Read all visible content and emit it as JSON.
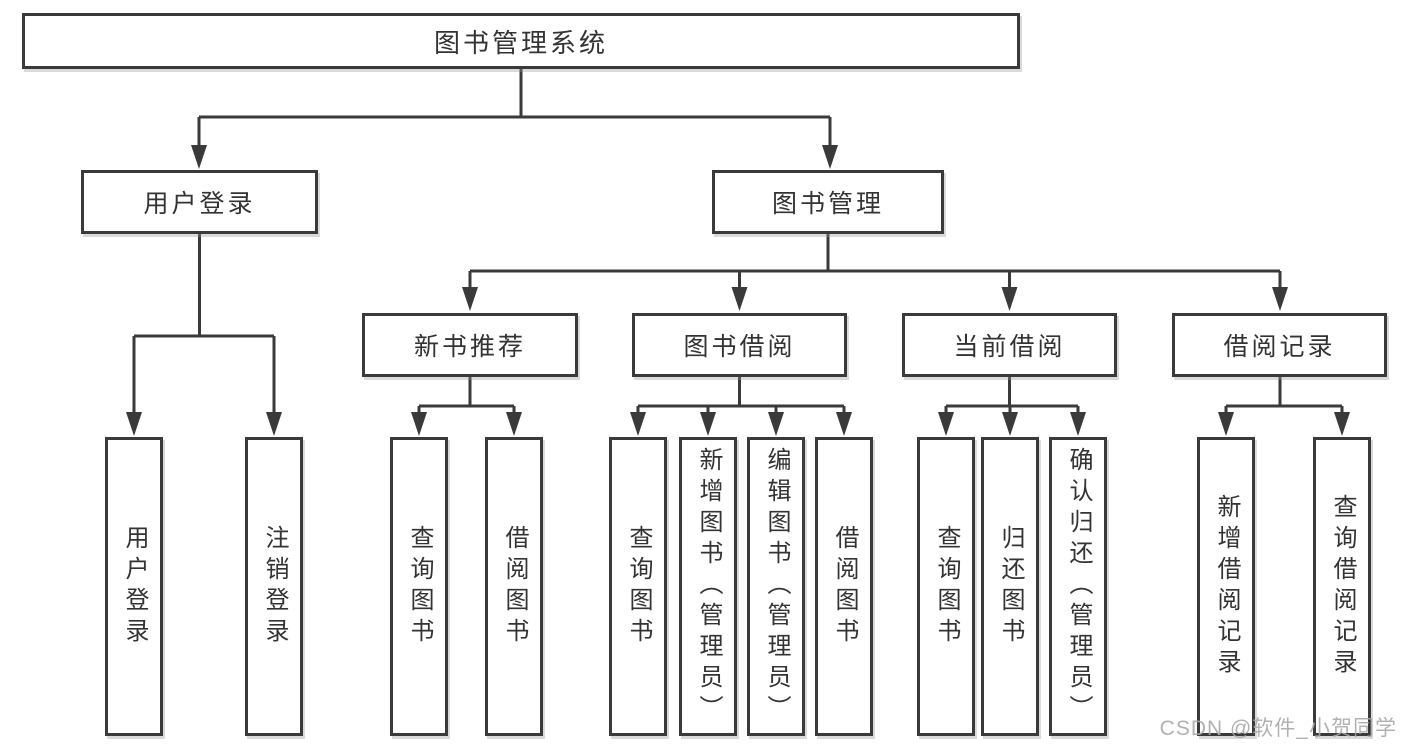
{
  "diagram": {
    "type": "hierarchy-tree",
    "root": {
      "label": "图书管理系统",
      "children": [
        {
          "label": "用户登录",
          "children": [
            {
              "label": "用户登录"
            },
            {
              "label": "注销登录"
            }
          ]
        },
        {
          "label": "图书管理",
          "children": [
            {
              "label": "新书推荐",
              "children": [
                {
                  "label": "查询图书"
                },
                {
                  "label": "借阅图书"
                }
              ]
            },
            {
              "label": "图书借阅",
              "children": [
                {
                  "label": "查询图书"
                },
                {
                  "label": "新增图书（管理员）"
                },
                {
                  "label": "编辑图书（管理员）"
                },
                {
                  "label": "借阅图书"
                }
              ]
            },
            {
              "label": "当前借阅",
              "children": [
                {
                  "label": "查询图书"
                },
                {
                  "label": "归还图书"
                },
                {
                  "label": "确认归还（管理员）"
                }
              ]
            },
            {
              "label": "借阅记录",
              "children": [
                {
                  "label": "新增借阅记录"
                },
                {
                  "label": "查询借阅记录"
                }
              ]
            }
          ]
        }
      ]
    }
  },
  "watermark": {
    "text": "CSDN @软件_小贺同学"
  },
  "colors": {
    "line": "#3a3a3a",
    "box_border": "#3a3a3a",
    "box_fill": "#ffffff",
    "text": "#333333",
    "background": "#ffffff",
    "watermark": "#a9a9a9"
  }
}
